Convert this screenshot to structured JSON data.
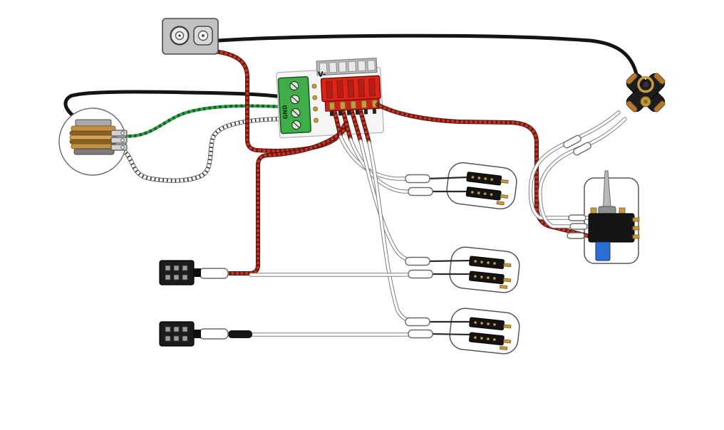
{
  "diagram": {
    "background": "#ffffff",
    "board": {
      "label_v_minus": "V-",
      "label_gnd": "GND"
    },
    "colors": {
      "wire_black": "#141414",
      "wire_red": "#bf3526",
      "wire_red_dark": "#6f150c",
      "wire_red_edge": "#4e0e07",
      "wire_white_edge": "#7d7d7d",
      "wire_green": "#2f9e44",
      "wire_green_dark": "#14591f",
      "board_green": "#3fae49",
      "board_red": "#de2417",
      "gold": "#c79a3e",
      "copper": "#b07a32",
      "component_blue": "#2b6fd4",
      "metal": "#bdbdbd"
    },
    "components": [
      {
        "id": "output-jack",
        "type": "output jack"
      },
      {
        "id": "volume-pot",
        "type": "potentiometer"
      },
      {
        "id": "bus-board",
        "type": "solderless connection board"
      },
      {
        "id": "battery-clip",
        "type": "battery connector"
      },
      {
        "id": "toggle-switch",
        "type": "toggle switch"
      },
      {
        "id": "pickup-connector-group-1",
        "type": "connector pair"
      },
      {
        "id": "pickup-connector-group-2",
        "type": "connector pair"
      },
      {
        "id": "pickup-connector-group-3",
        "type": "connector pair"
      },
      {
        "id": "pickup-header-a",
        "type": "pin header connector"
      },
      {
        "id": "pickup-header-b",
        "type": "pin header connector"
      }
    ],
    "wires": [
      {
        "id": "jack-to-battery",
        "color": "black"
      },
      {
        "id": "pot-to-board",
        "color": "black"
      },
      {
        "id": "pot-to-board-green",
        "color": "green"
      },
      {
        "id": "pot-to-board-shield",
        "color": "white-braided"
      },
      {
        "id": "jack-to-board",
        "color": "red"
      },
      {
        "id": "header-a-to-board",
        "color": "red"
      },
      {
        "id": "board-to-switch",
        "color": "red"
      },
      {
        "id": "board-to-group1-a",
        "color": "white"
      },
      {
        "id": "board-to-group1-b",
        "color": "white"
      },
      {
        "id": "board-to-group2",
        "color": "white"
      },
      {
        "id": "board-to-group3",
        "color": "white"
      },
      {
        "id": "header-a-to-group2",
        "color": "white"
      },
      {
        "id": "header-b-to-group3",
        "color": "white"
      },
      {
        "id": "battery-to-switch-a",
        "color": "white"
      },
      {
        "id": "battery-to-switch-b",
        "color": "white"
      }
    ]
  }
}
